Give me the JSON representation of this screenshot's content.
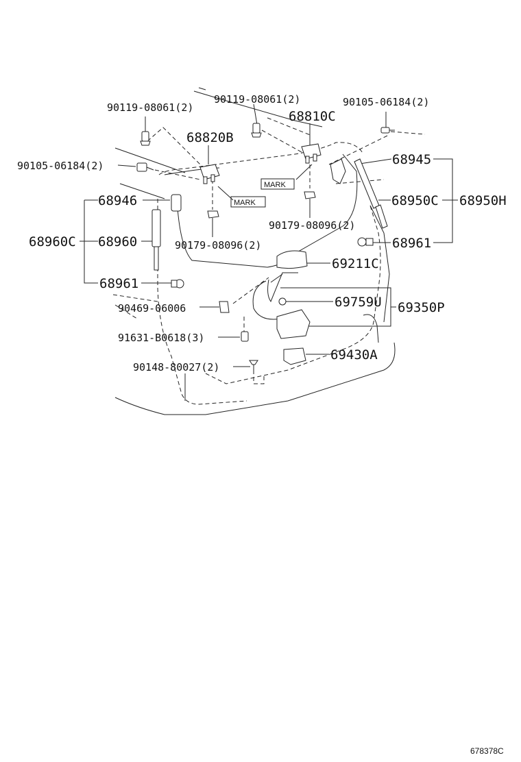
{
  "labels": {
    "bolt_top_left": "90119-08061(2)",
    "bolt_top_center": "90119-08061(2)",
    "screw_top_right": "90105-06184(2)",
    "hinge_right": "68810C",
    "hinge_left": "68820B",
    "screw_left": "90105-06184(2)",
    "bracket_right": "68945",
    "mark_right": "MARK",
    "mark_left": "MARK",
    "bracket_left": "68946",
    "strut_right": "68950C",
    "strut_right_set": "68950H",
    "nut_right": "90179-08096(2)",
    "strut_left_set": "68960C",
    "strut_left": "68960",
    "nut_left": "90179-08096(2)",
    "ball_stud_right": "68961",
    "handle": "69211C",
    "ball_stud_left": "68961",
    "rod": "69759U",
    "lock_assy": "69350P",
    "clip": "90469-06006",
    "bolt_lock": "91631-B0618(3)",
    "striker": "69430A",
    "screw_striker": "90148-80027(2)",
    "diagram_code": "678378C"
  }
}
